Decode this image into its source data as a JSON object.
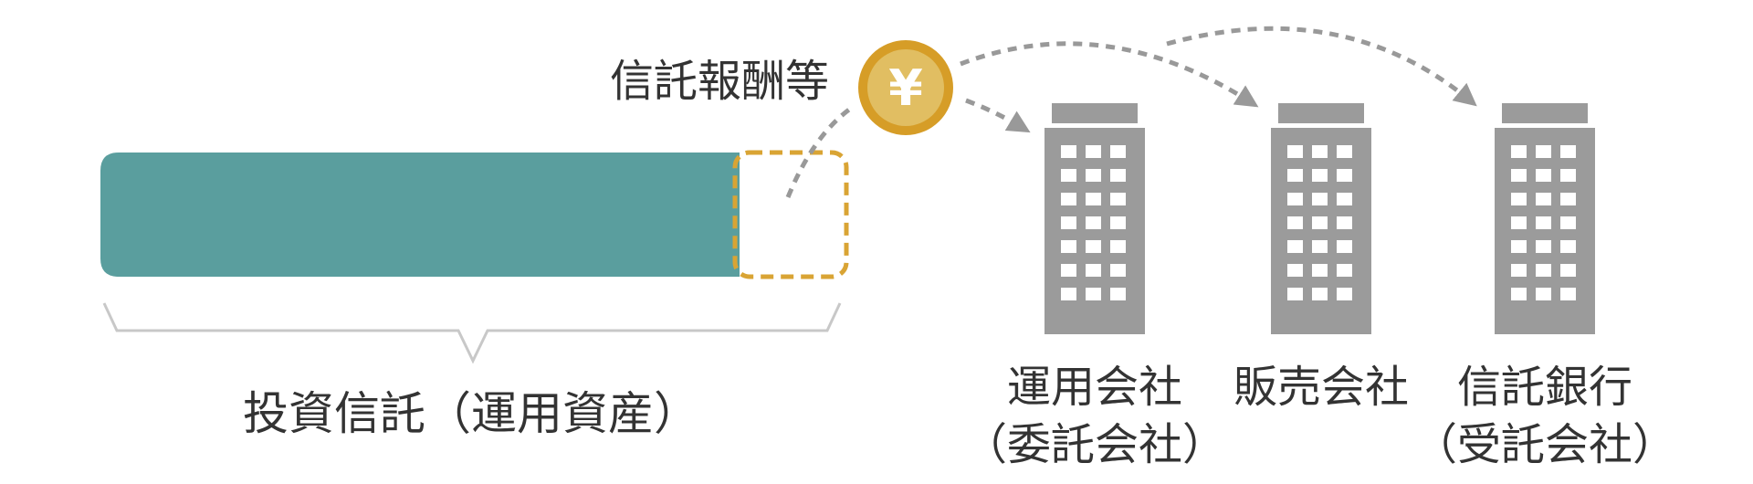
{
  "fee_label": "信託報酬等",
  "currency_symbol": "¥",
  "fund_label": "投資信託（運用資産）",
  "companies": [
    {
      "name": "運用会社",
      "sub": "（委託会社）"
    },
    {
      "name": "販売会社",
      "sub": ""
    },
    {
      "name": "信託銀行",
      "sub": "（受託会社）"
    }
  ],
  "colors": {
    "asset_bar": "#5A9E9E",
    "fee_portion": "#D9A434",
    "coin_ring": "#D69D27",
    "coin_face": "#E1BE62",
    "building": "#9B9B9B",
    "arrow": "#999999",
    "brace": "#C8C8C8",
    "text": "#333333"
  }
}
